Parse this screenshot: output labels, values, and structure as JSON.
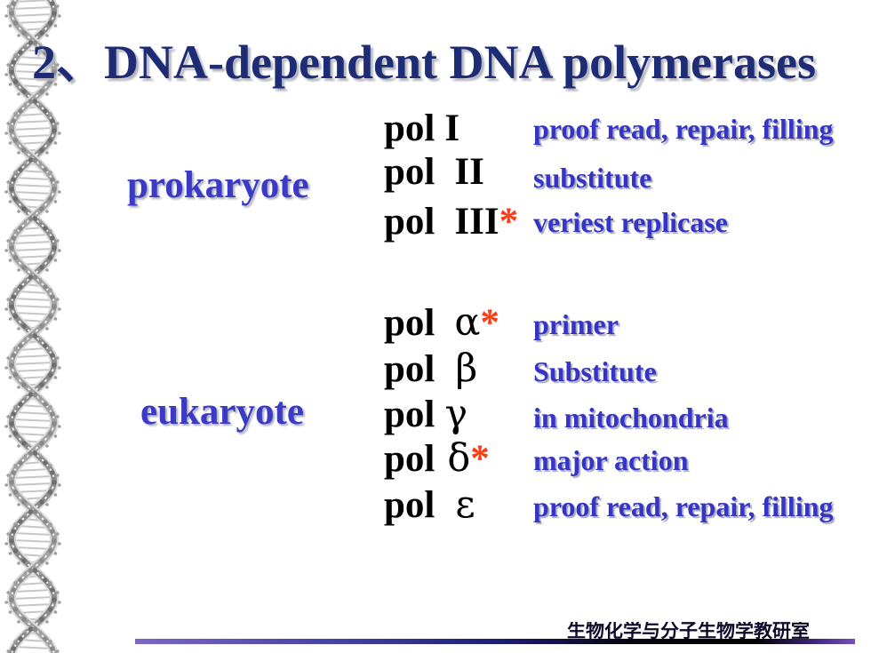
{
  "slide": {
    "title": "2、DNA-dependent DNA polymerases",
    "footer": "生物化学与分子生物学教研室"
  },
  "groups": [
    {
      "label": "prokaryote",
      "rows": [
        {
          "prefix": "pol",
          "symbol": "I",
          "desc": "proof read, repair, filling"
        },
        {
          "prefix": "pol",
          "symbol": "II",
          "desc": "substitute"
        },
        {
          "prefix": "pol",
          "symbol": "III",
          "star": "*",
          "desc": "veriest replicase"
        }
      ]
    },
    {
      "label": "eukaryote",
      "rows": [
        {
          "prefix": "pol",
          "symbol": "α",
          "star": "*",
          "desc": "primer"
        },
        {
          "prefix": "pol",
          "symbol": "β",
          "desc": "Substitute"
        },
        {
          "prefix": "pol",
          "symbol": "γ",
          "desc": "in mitochondria"
        },
        {
          "prefix": "pol",
          "symbol": "δ",
          "star": "*",
          "desc": "major action"
        },
        {
          "prefix": "pol",
          "symbol": "ε",
          "desc": "proof read, repair, filling"
        }
      ]
    }
  ],
  "colors": {
    "title": "#1e2c76",
    "group_label": "#3a3ac6",
    "pol_label": "#000000",
    "description": "#3434c6",
    "star": "#ff3b14",
    "footer_text": "#0c0c2a"
  },
  "decoration": {
    "left_strip": "dna-helix-icon"
  }
}
